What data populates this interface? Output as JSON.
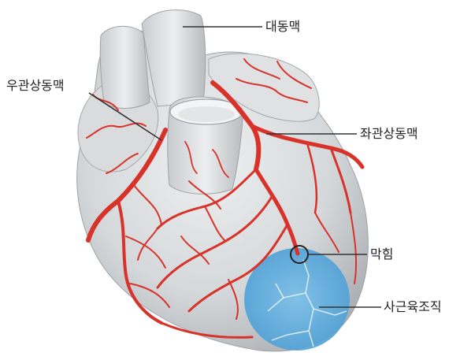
{
  "labels": {
    "aorta": "대동맥",
    "right_coronary": "우관상동맥",
    "left_coronary": "좌관상동맥",
    "blockage": "막힘",
    "necrosis": "사근육조직"
  },
  "colors": {
    "heart_fill": "#d9dbdc",
    "heart_shadow": "#b7babd",
    "artery": "#d8322a",
    "artery_dark": "#a81e1a",
    "infarct": "#5aa9dc",
    "leader": "#333333"
  }
}
